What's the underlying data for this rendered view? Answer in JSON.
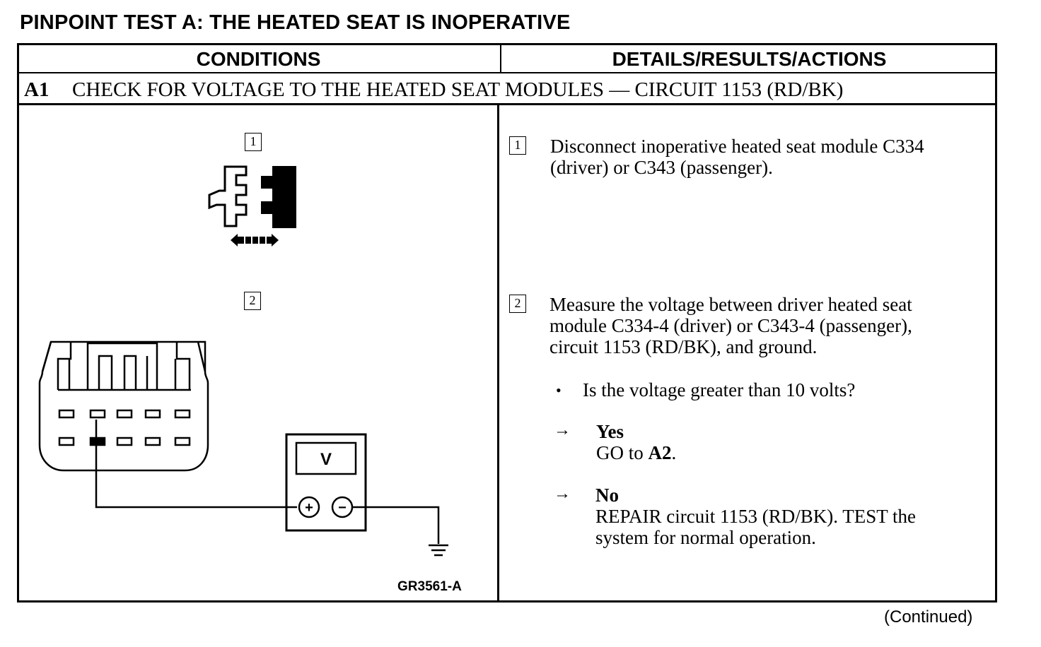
{
  "title": "PINPOINT TEST A:  THE HEATED SEAT IS INOPERATIVE",
  "columns": {
    "conditions": "CONDITIONS",
    "details": "DETAILS/RESULTS/ACTIONS"
  },
  "step": {
    "id": "A1",
    "heading": "CHECK FOR VOLTAGE TO THE HEATED SEAT MODULES — CIRCUIT 1153 (RD/BK)"
  },
  "substeps": [
    {
      "number": "1",
      "text_line1": "Disconnect inoperative heated seat module C334",
      "text_line2": "(driver) or C343 (passenger)."
    },
    {
      "number": "2",
      "text_line1": "Measure the voltage between driver heated seat",
      "text_line2": "module C334-4 (driver) or C343-4 (passenger),",
      "text_line3": "circuit 1153 (RD/BK), and ground."
    }
  ],
  "question": "Is the voltage greater than 10 volts?",
  "bullet_glyph": "•",
  "arrow_glyph": "→",
  "answers": {
    "yes": {
      "label": "Yes",
      "action_prefix": "GO to ",
      "action_target": "A2",
      "action_suffix": "."
    },
    "no": {
      "label": "No",
      "action_line1": "REPAIR circuit 1153 (RD/BK). TEST the",
      "action_line2": "system for normal operation."
    }
  },
  "diagram": {
    "meter_label": "V",
    "plus_symbol": "+",
    "minus_symbol": "−"
  },
  "figure_id": "GR3561-A",
  "footer": "(Continued)"
}
